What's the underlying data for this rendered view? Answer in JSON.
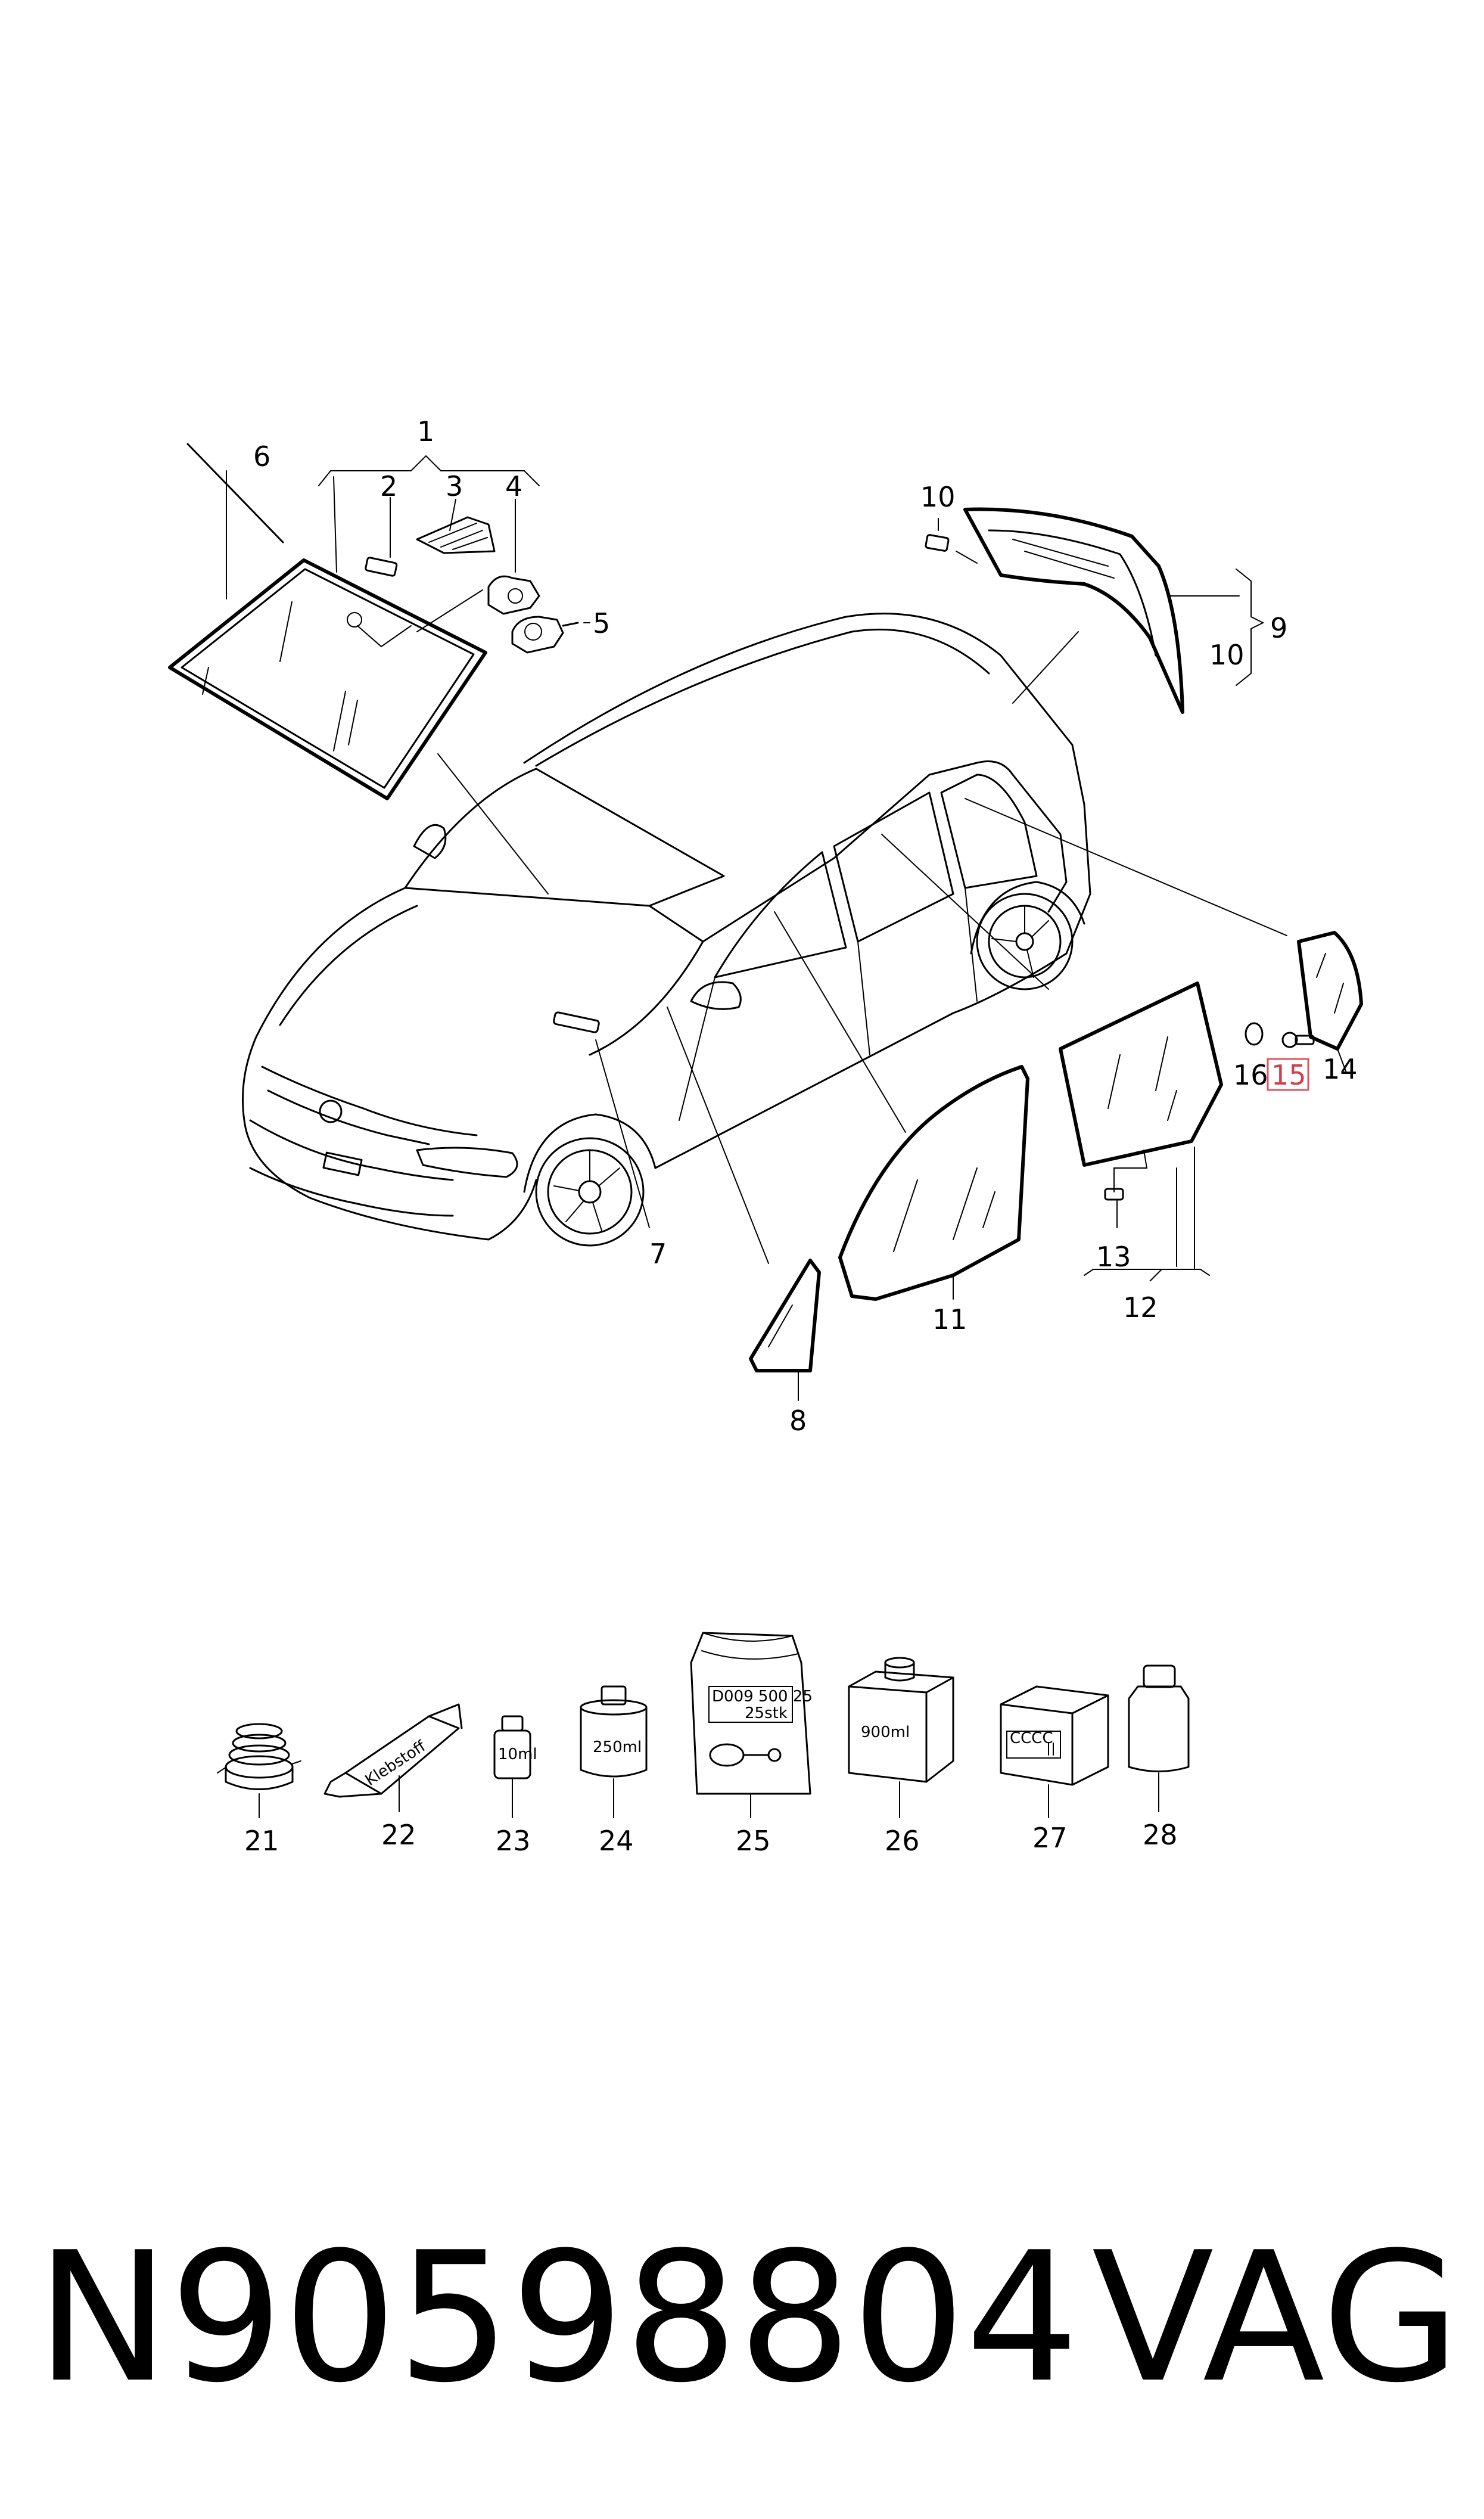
{
  "callouts": {
    "c1": "1",
    "c2": "2",
    "c3": "3",
    "c4": "4",
    "c5": "5",
    "c6": "6",
    "c7": "7",
    "c8": "8",
    "c9": "9",
    "c10a": "10",
    "c10b": "10",
    "c11": "11",
    "c12": "12",
    "c13": "13",
    "c14": "14",
    "c15": "15",
    "c16": "16",
    "c21": "21",
    "c22": "22",
    "c23": "23",
    "c24": "24",
    "c25": "25",
    "c26": "26",
    "c27": "27",
    "c28": "28"
  },
  "package_labels": {
    "tube": "Klebstoff",
    "bottle_small": "10ml",
    "can": "250ml",
    "bag_line1": "D009 500 25",
    "bag_line2": "25stk",
    "box": "900ml",
    "carton": "CCCC"
  },
  "highlight_color": "#e1545d",
  "footer": {
    "part_number": "N90598804",
    "brand": "VAG"
  }
}
